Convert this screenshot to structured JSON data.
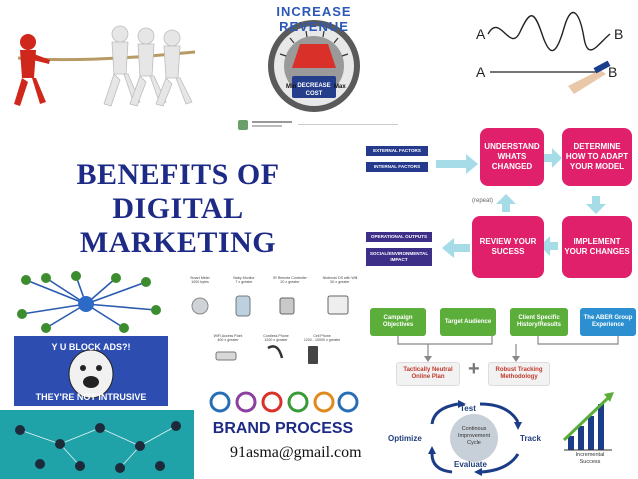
{
  "title_lines": [
    "BENEFITS OF",
    "DIGITAL",
    "MARKETING"
  ],
  "email": "91asma@gmail.com",
  "gauge": {
    "top": "INCREASE REVENUE",
    "min": "Min",
    "max": "Max",
    "button_line1": "DECREASE",
    "button_line2": "COST"
  },
  "ab": {
    "a1": "A",
    "b1": "B",
    "a2": "A",
    "b2": "B"
  },
  "adapt": {
    "external": "EXTERNAL FACTORS",
    "internal": "INTERNAL FACTORS",
    "understand": "UNDERSTAND WHATS CHANGED",
    "determine": "DETERMINE HOW TO ADAPT YOUR MODEL",
    "implement": "IMPLEMENT YOUR CHANGES",
    "review": "REVIEW YOUR SUCESS",
    "repeat": "(repeat)",
    "operational": "OPERATIONAL OUTPUTS",
    "social": "SOCIAL/ENVIRONMENTAL IMPACT"
  },
  "meme": {
    "top": "Y U BLOCK ADS?!",
    "bottom": "THEY'RE NOT INTRUSIVE"
  },
  "devices": [
    {
      "name": "Smart Meter",
      "sub": "1000 bytes"
    },
    {
      "name": "Baby Monitor",
      "sub": "7 x greater"
    },
    {
      "name": "IR Remote Controller",
      "sub": "20 x greater"
    },
    {
      "name": "Nintendo DS with Wifi",
      "sub": "50 x greater"
    },
    {
      "name": "WiFi Access Point",
      "sub": "400 x greater"
    },
    {
      "name": "Cordless Phone",
      "sub": "1200 x greater"
    },
    {
      "name": "Cell Phone",
      "sub": "1200 - 10000 x greater"
    }
  ],
  "brand_process": "BRAND PROCESS",
  "cycle": {
    "campaign": "Campaign Objectives",
    "target": "Target Audience",
    "client": "Client Specific History/Results",
    "aber": "The ABER Group Experience",
    "tactical": "Tactically Neutral Online Plan",
    "plus": "+",
    "robust": "Robust Tracking Methodology",
    "test": "Test",
    "optimize": "Optimize",
    "center": "Continous Improvement Cycle",
    "track": "Track",
    "evaluate": "Evaluate",
    "incremental": "Incremental Success"
  },
  "colors": {
    "title": "#1d2a86",
    "pink": "#e0206a",
    "navy": "#253a8c",
    "green": "#5cae3a",
    "blue": "#2c8fd0"
  }
}
